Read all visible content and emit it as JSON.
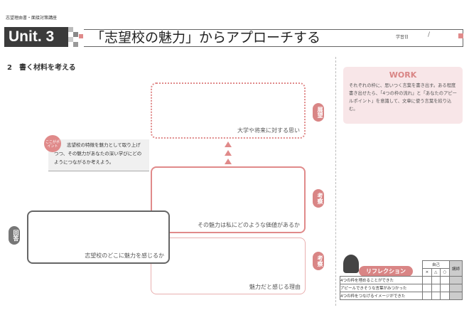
{
  "header": {
    "course": "志望理由書・面接対策講座",
    "unit": "Unit. 3",
    "title": "「志望校の魅力」からアプローチする",
    "date_label": "学習日",
    "date_sep": "/"
  },
  "section": {
    "title": "2　書く材料を考える"
  },
  "work": {
    "title": "WORK",
    "body": "それぞれの枠に、思いつく言葉を書き出す。ある程度書き出せたら、「4つの枠の流れ」と「あなたのアピールポイント」を意識して、文章に使う言葉を絞り込む。"
  },
  "callout": {
    "badge": "ここがポイント",
    "text": "志望校の特徴を魅力として取り上げつつ、その魅力があなたの深い学びにどのようにつながるか考えよう。"
  },
  "boxes": {
    "vision": "大学や将来に対する思い",
    "value": "その魅力は私にどのような価値があるか",
    "attraction": "志望校のどこに魅力を感じるか",
    "reason": "魅力だと感じる理由"
  },
  "tags": {
    "vision": "展望",
    "consider1": "考察",
    "consider2": "考察",
    "answer": "回答"
  },
  "reflection": {
    "label": "リフレクション",
    "self": "自己",
    "teacher": "講師",
    "marks": [
      "×",
      "△",
      "○"
    ],
    "items": [
      "4つの枠を埋めることができた",
      "アピールできそうな言葉がみつかった",
      "4つの枠をつなげるイメージができた"
    ]
  }
}
